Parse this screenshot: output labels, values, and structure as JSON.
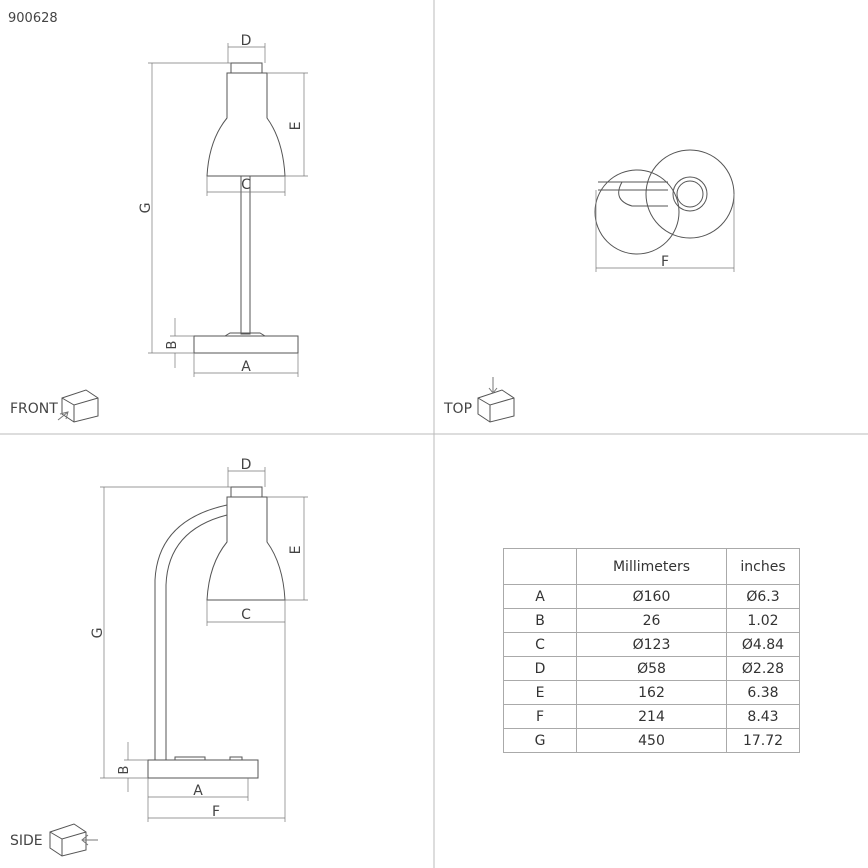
{
  "product_code": "900628",
  "views": {
    "front": "FRONT",
    "top": "TOP",
    "side": "SIDE"
  },
  "dimension_labels": {
    "A": "A",
    "B": "B",
    "C": "C",
    "D": "D",
    "E": "E",
    "F": "F",
    "G": "G"
  },
  "table": {
    "headers": [
      "",
      "Millimeters",
      "inches"
    ],
    "rows": [
      [
        "A",
        "Ø160",
        "Ø6.3"
      ],
      [
        "B",
        "26",
        "1.02"
      ],
      [
        "C",
        "Ø123",
        "Ø4.84"
      ],
      [
        "D",
        "Ø58",
        "Ø2.28"
      ],
      [
        "E",
        "162",
        "6.38"
      ],
      [
        "F",
        "214",
        "8.43"
      ],
      [
        "G",
        "450",
        "17.72"
      ]
    ]
  }
}
